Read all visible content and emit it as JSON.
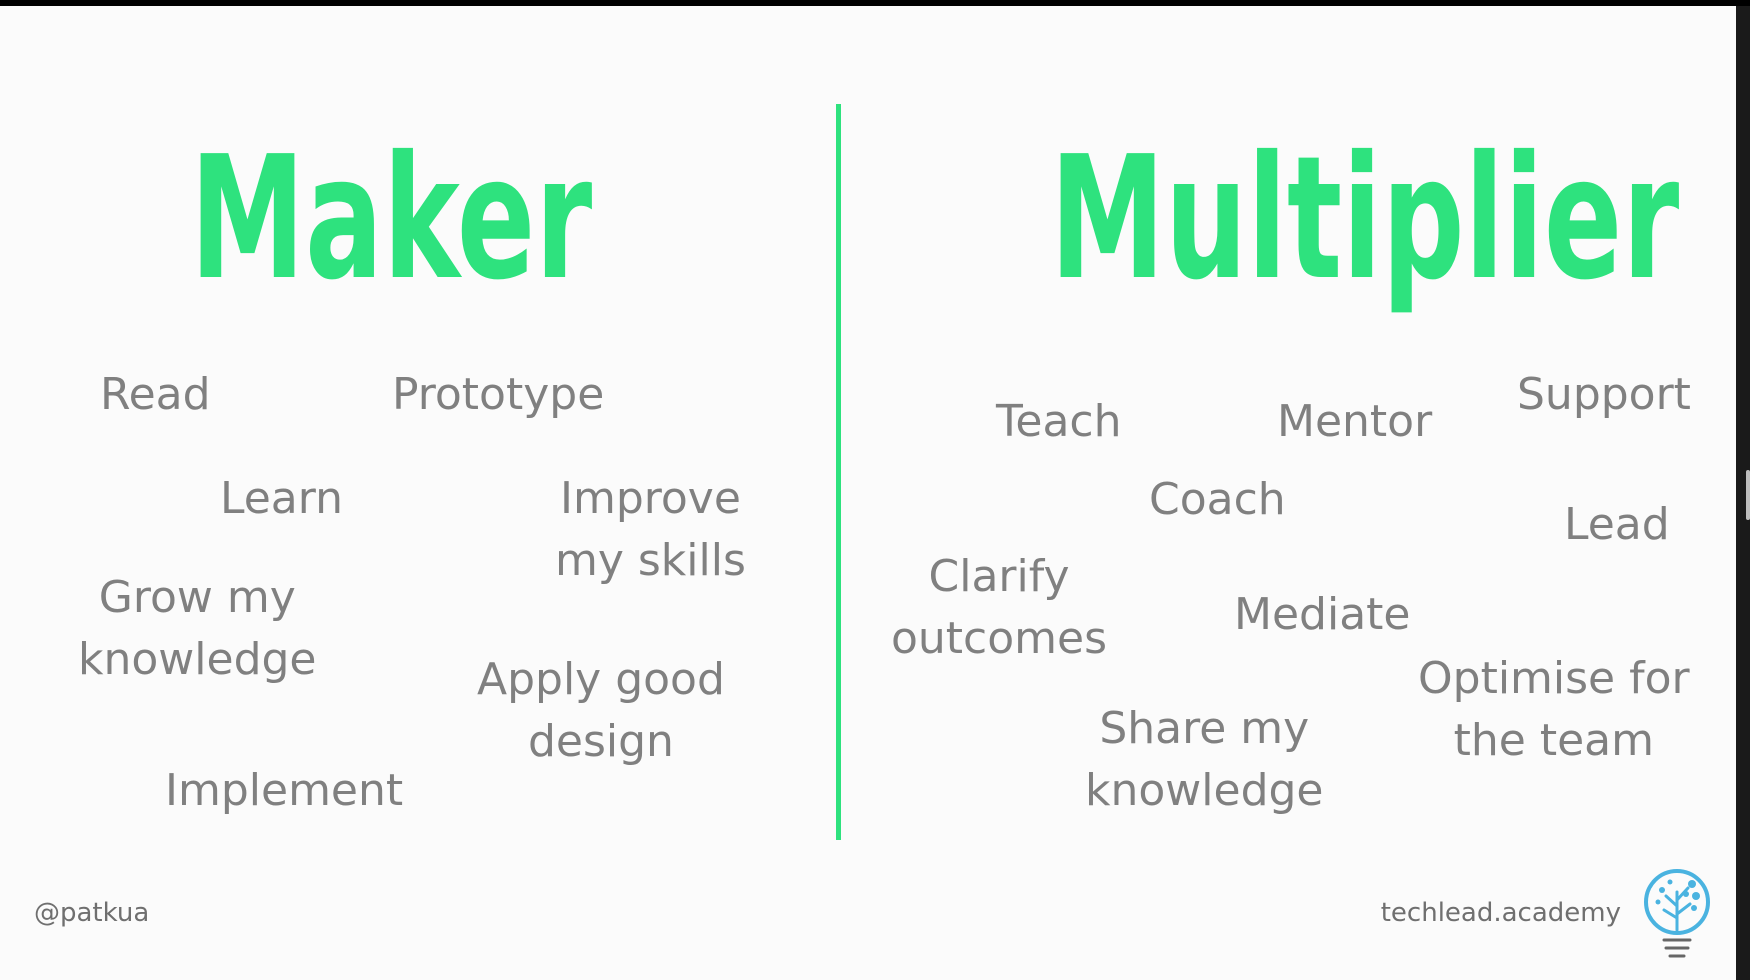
{
  "slide": {
    "left_heading": "Maker",
    "right_heading": "Multiplier",
    "maker_words": {
      "read": "Read",
      "prototype": "Prototype",
      "learn": "Learn",
      "improve_1": "Improve",
      "improve_2": "my skills",
      "grow_1": "Grow my",
      "grow_2": "knowledge",
      "apply_1": "Apply good",
      "apply_2": "design",
      "implement": "Implement"
    },
    "multiplier_words": {
      "teach": "Teach",
      "mentor": "Mentor",
      "support": "Support",
      "coach": "Coach",
      "lead": "Lead",
      "clarify_1": "Clarify",
      "clarify_2": "outcomes",
      "mediate": "Mediate",
      "optimise_1": "Optimise for",
      "optimise_2": "the team",
      "share_1": "Share my",
      "share_2": "knowledge"
    },
    "footer": {
      "handle": "@patkua",
      "site": "techlead.academy"
    },
    "colors": {
      "accent": "#2ee27e",
      "text": "#808080",
      "background": "#fbfbfb",
      "logo": "#4ab3e0"
    },
    "icons": {
      "logo": "lightbulb-tree-icon"
    }
  }
}
